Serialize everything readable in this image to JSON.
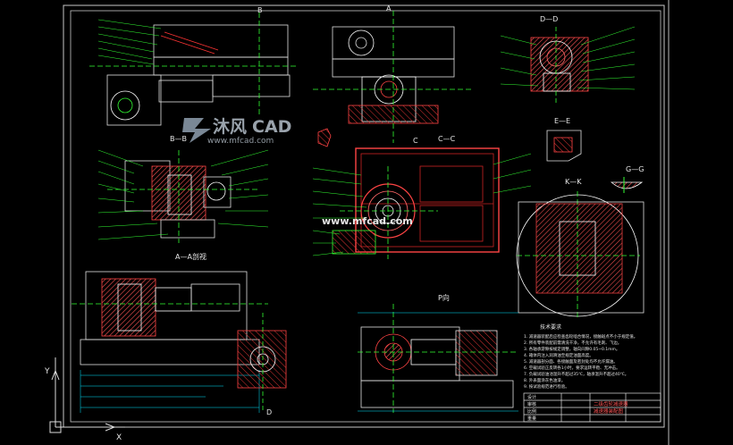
{
  "window": {
    "title": "",
    "background": "#000000"
  },
  "colors": {
    "border": "#c8c8c8",
    "line": "#33ff33",
    "part": "#cc2222",
    "hatch": "#ff5555",
    "dim": "#00e5ff",
    "text": "#ffffff",
    "watermark": "#9aa6b2"
  },
  "views": {
    "section_bb": "B—B",
    "section_cc": "C—C",
    "section_dd": "D—D",
    "section_ee": "E—E",
    "section_gg": "G—G",
    "section_kk": "K—K",
    "section_aa": "A—A剖视",
    "view_b": "B",
    "view_a": "A",
    "view_p": "P向",
    "view_d": "D",
    "view_c": "C"
  },
  "watermark": {
    "brand_cn": "沐风",
    "brand_en": "CAD",
    "url_top": "www.mfcad.com",
    "url_center": "www.mfcad.com"
  },
  "notes": {
    "heading": "技术要求",
    "lines": [
      "1. 减速器装配后应检查齿轮啮合情况，接触斑点不小于规定值。",
      "2. 所有零件装配前需清洗干净，不允许有毛刺、飞边。",
      "3. 各轴承游隙按规定调整，轴向间隙0.05~0.1mm。",
      "4. 箱体内注入润滑油至规定油面高度。",
      "5. 减速器剖分面、各接触面及密封处均不允许漏油。",
      "6. 空载试验正反转各1小时，要求运转平稳、无冲击。",
      "7. 负载试验油池温升不超过35℃，轴承温升不超过40℃。",
      "8. 外表面涂灰色油漆。",
      "9. 按试验规范进行检验。"
    ]
  },
  "title_block": {
    "name": "二级齿轮减速器",
    "drawing": "减速器装配图",
    "fields": [
      "设计",
      "审核",
      "比例",
      "重量"
    ]
  },
  "ucs": {
    "x_label": "X",
    "y_label": "Y"
  }
}
